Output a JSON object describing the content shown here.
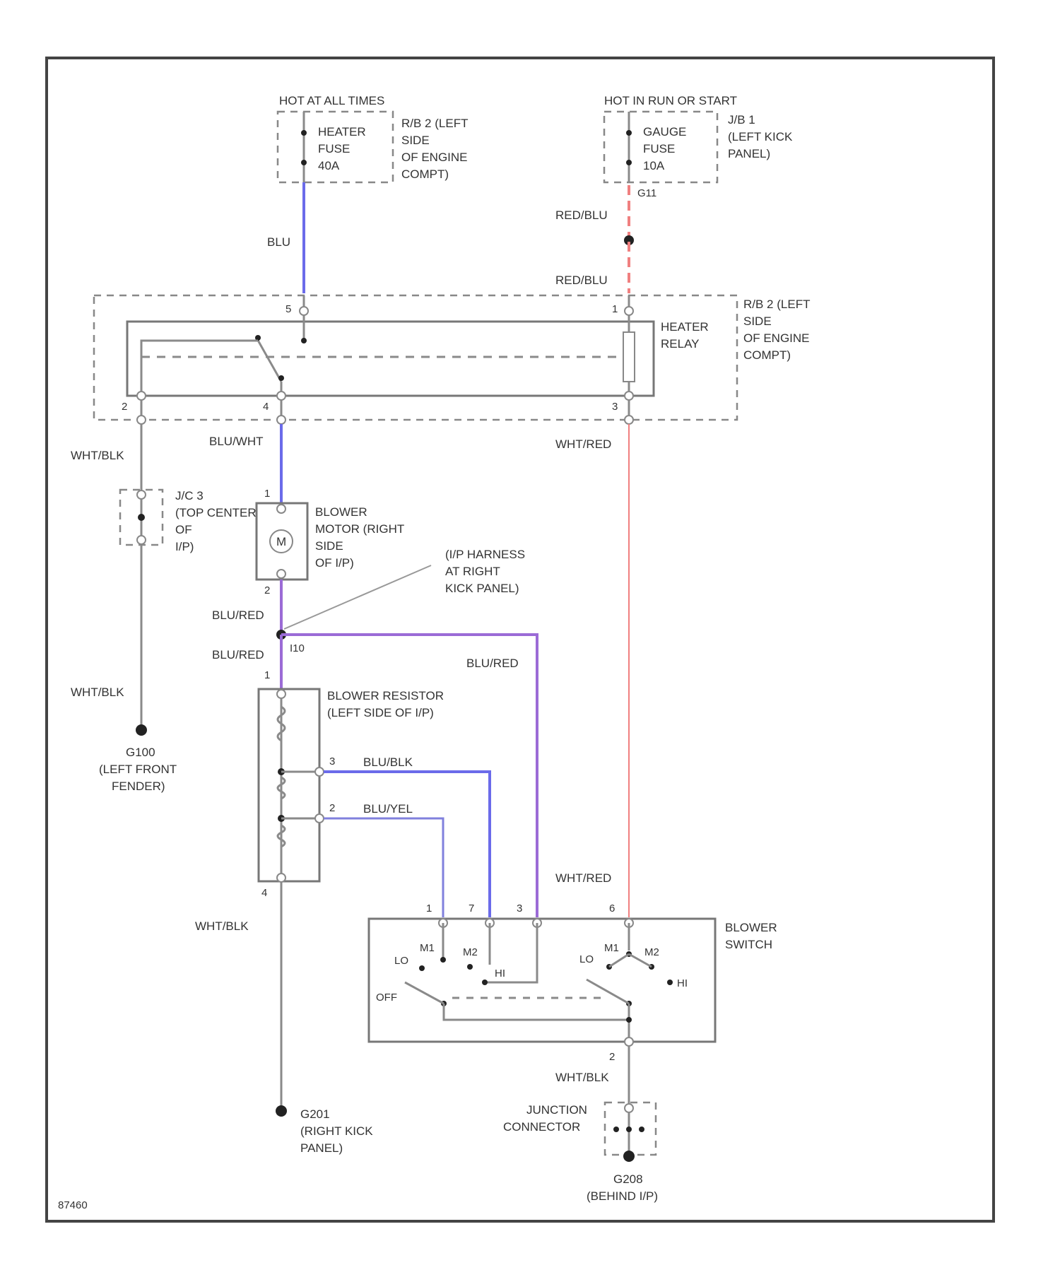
{
  "diagram": {
    "code": "87460",
    "wire_colors": {
      "blue": "#6b6bea",
      "purple": "#9b6bd6",
      "red": "#f08080",
      "gray": "#8a8a8a"
    },
    "power_hot_all_times": {
      "header": "HOT AT ALL TIMES",
      "fuse_lines": [
        "HEATER",
        "FUSE",
        "40A"
      ],
      "location_lines": [
        "R/B 2 (LEFT",
        "SIDE",
        "OF ENGINE",
        "COMPT)"
      ]
    },
    "power_hot_run_start": {
      "header": "HOT IN RUN OR START",
      "fuse_lines": [
        "GAUGE",
        "FUSE",
        "10A"
      ],
      "location_lines": [
        "J/B 1",
        "(LEFT KICK",
        "PANEL)"
      ],
      "pin": "G11"
    },
    "wires": {
      "blu": "BLU",
      "red_blu_1": "RED/BLU",
      "red_blu_2": "RED/BLU",
      "blu_wht": "BLU/WHT",
      "wht_blk_1": "WHT/BLK",
      "wht_blk_2": "WHT/BLK",
      "wht_blk_3": "WHT/BLK",
      "wht_blk_4": "WHT/BLK",
      "wht_red_1": "WHT/RED",
      "wht_red_2": "WHT/RED",
      "blu_red_1": "BLU/RED",
      "blu_red_2": "BLU/RED",
      "blu_red_3": "BLU/RED",
      "blu_blk": "BLU/BLK",
      "blu_yel": "BLU/YEL"
    },
    "relay": {
      "label_lines": [
        "HEATER",
        "RELAY"
      ],
      "location_lines": [
        "R/B 2 (LEFT",
        "SIDE",
        "OF ENGINE",
        "COMPT)"
      ],
      "pins": {
        "p5": "5",
        "p1": "1",
        "p2": "2",
        "p4": "4",
        "p3": "3"
      }
    },
    "junction_j3": {
      "label_lines": [
        "J/C 3",
        "(TOP CENTER",
        "OF",
        "I/P)"
      ]
    },
    "ground_g100": {
      "label_lines": [
        "G100",
        "(LEFT FRONT",
        "FENDER)"
      ]
    },
    "blower_motor": {
      "symbol": "M",
      "label_lines": [
        "BLOWER",
        "MOTOR (RIGHT",
        "SIDE",
        "OF I/P)"
      ],
      "pins": {
        "top": "1",
        "bottom": "2"
      }
    },
    "splice": {
      "label_lines": [
        "(I/P HARNESS",
        "AT RIGHT",
        "KICK PANEL)"
      ],
      "id": "I10"
    },
    "blower_resistor": {
      "label_lines": [
        "BLOWER RESISTOR",
        "(LEFT SIDE OF I/P)"
      ],
      "pins": {
        "p1": "1",
        "p3": "3",
        "p2": "2",
        "p4": "4"
      }
    },
    "blower_switch": {
      "label_lines": [
        "BLOWER",
        "SWITCH"
      ],
      "pins": {
        "p1": "1",
        "p7": "7",
        "p3": "3",
        "p6": "6",
        "p2": "2"
      },
      "positions_left": {
        "lo": "LO",
        "m1": "M1",
        "m2": "M2",
        "hi": "HI",
        "off": "OFF"
      },
      "positions_right": {
        "lo": "LO",
        "m1": "M1",
        "m2": "M2",
        "hi": "HI"
      }
    },
    "ground_g201": {
      "label_lines": [
        "G201",
        "(RIGHT KICK",
        "PANEL)"
      ]
    },
    "junction_connector": {
      "label_lines": [
        "JUNCTION",
        "CONNECTOR"
      ]
    },
    "ground_g208": {
      "label_lines": [
        "G208",
        "(BEHIND I/P)"
      ]
    }
  }
}
